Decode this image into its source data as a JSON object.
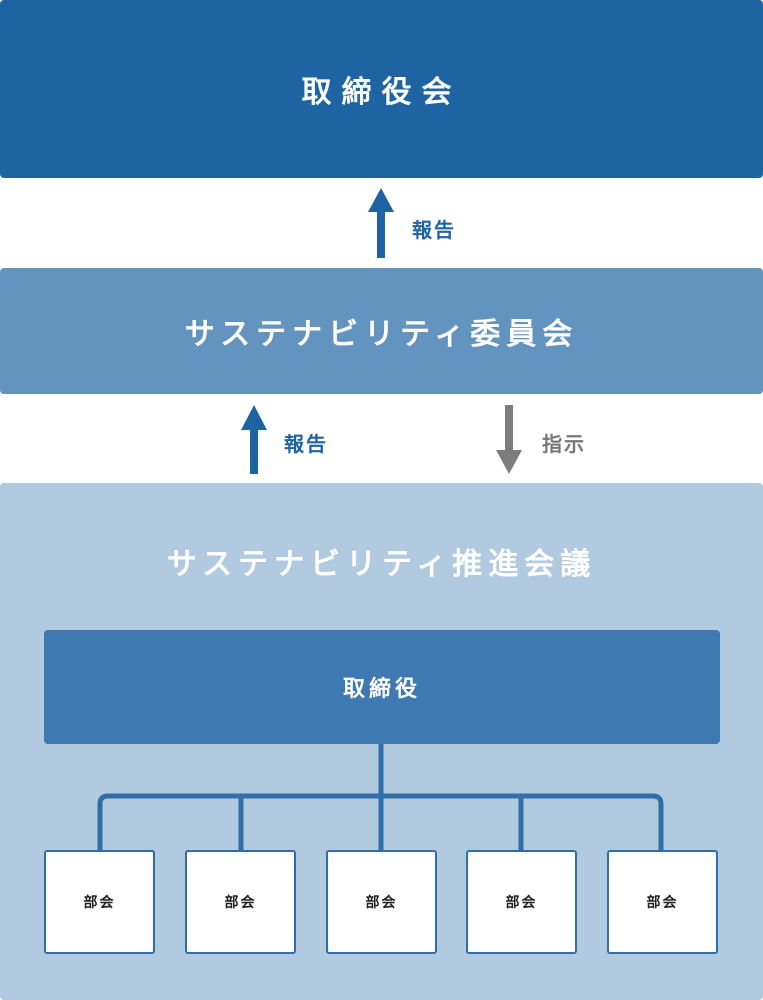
{
  "board": {
    "label": "取締役会"
  },
  "report_label_upper": "報告",
  "committee": {
    "label": "サステナビリティ委員会"
  },
  "report_label_lower": "報告",
  "instruction_label": "指示",
  "council": {
    "title": "サステナビリティ推進会議",
    "directors": "取締役",
    "subcommittees": [
      "部会",
      "部会",
      "部会",
      "部会",
      "部会"
    ]
  },
  "colors": {
    "board": "#1f64a2",
    "committee": "#6394c0",
    "council": "#b1cae0",
    "directors": "#3e7ab1",
    "arrow_blue": "#1f64a2",
    "arrow_gray": "#7d7d7d"
  },
  "icons": [
    "up-arrow-icon",
    "up-arrow-icon",
    "down-arrow-icon"
  ]
}
